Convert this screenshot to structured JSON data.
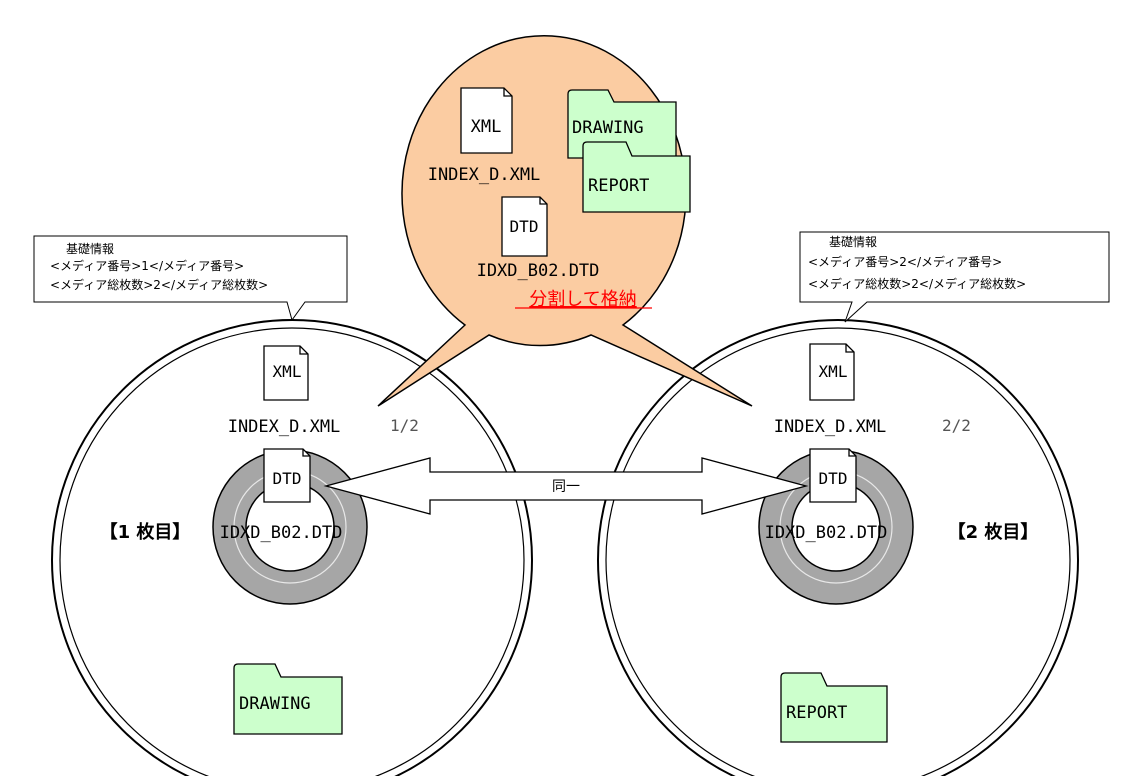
{
  "bubble": {
    "file_xml_tag": "XML",
    "file_xml_name": "INDEX_D.XML",
    "file_dtd_tag": "DTD",
    "file_dtd_name": "IDXD_B02.DTD",
    "folder_drawing": "DRAWING",
    "folder_report": "REPORT",
    "caption": "分割して格納"
  },
  "callout_left": {
    "line1": "基礎情報",
    "line2": "<メディア番号>1</メディア番号>",
    "line3": "<メディア総枚数>2</メディア総枚数>"
  },
  "callout_right": {
    "line1": "基礎情報",
    "line2": "<メディア番号>2</メディア番号>",
    "line3": "<メディア総枚数>2</メディア総枚数>"
  },
  "disc_left": {
    "xml_tag": "XML",
    "xml_name": "INDEX_D.XML",
    "dtd_tag": "DTD",
    "dtd_name": "IDXD_B02.DTD",
    "fraction": "1/2",
    "label": "【1 枚目】",
    "folder": "DRAWING"
  },
  "disc_right": {
    "xml_tag": "XML",
    "xml_name": "INDEX_D.XML",
    "dtd_tag": "DTD",
    "dtd_name": "IDXD_B02.DTD",
    "fraction": "2/2",
    "label": "【2 枚目】",
    "folder": "REPORT"
  },
  "arrow_label": "同一",
  "colors": {
    "bubble_fill": "#fbcca2",
    "folder_fill": "#ccffcc",
    "hub_fill": "#a6a6a6",
    "caption": "#ff0000"
  }
}
